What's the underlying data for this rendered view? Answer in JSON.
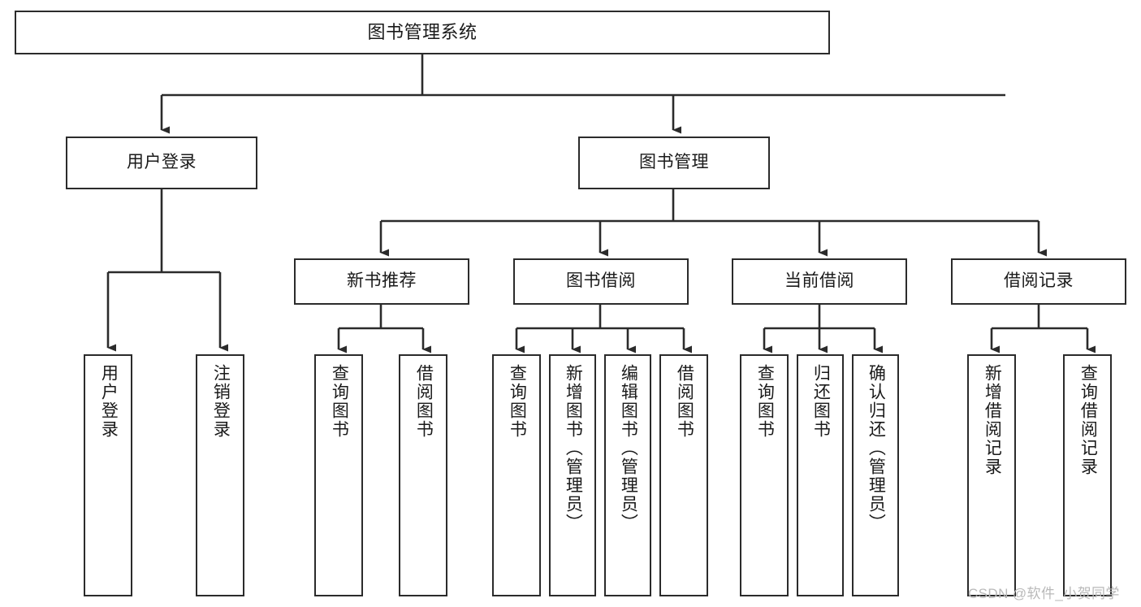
{
  "diagram": {
    "type": "tree-hierarchy",
    "title": "图书管理系统",
    "watermark": "CSDN @软件_小贺同学",
    "colors": {
      "box_border": "#2b2b2b",
      "box_fill": "#ffffff",
      "connector": "#2b2b2b",
      "text": "#1a1a1a",
      "watermark": "#b9b9b9",
      "background": "#ffffff"
    },
    "nodes": {
      "root": {
        "label": "图书管理系统"
      },
      "level2": [
        {
          "id": "user-login",
          "label": "用户登录"
        },
        {
          "id": "book-management",
          "label": "图书管理"
        }
      ],
      "level3": [
        {
          "id": "new-book-recommend",
          "label": "新书推荐"
        },
        {
          "id": "book-borrow",
          "label": "图书借阅"
        },
        {
          "id": "current-borrow",
          "label": "当前借阅"
        },
        {
          "id": "borrow-record",
          "label": "借阅记录"
        }
      ],
      "leaves": {
        "user_login": [
          {
            "id": "leaf-user-login",
            "label": "用户登录"
          },
          {
            "id": "leaf-logout-login",
            "label": "注销登录"
          }
        ],
        "new_book_recommend": [
          {
            "id": "leaf-query-book-1",
            "label": "查询图书"
          },
          {
            "id": "leaf-borrow-book-1",
            "label": "借阅图书"
          }
        ],
        "book_borrow": [
          {
            "id": "leaf-query-book-2",
            "label": "查询图书"
          },
          {
            "id": "leaf-add-book",
            "label": "新增图书（管理员）"
          },
          {
            "id": "leaf-edit-book",
            "label": "编辑图书（管理员）"
          },
          {
            "id": "leaf-borrow-book-2",
            "label": "借阅图书"
          }
        ],
        "current_borrow": [
          {
            "id": "leaf-query-book-3",
            "label": "查询图书"
          },
          {
            "id": "leaf-return-book",
            "label": "归还图书"
          },
          {
            "id": "leaf-confirm-return",
            "label": "确认归还（管理员）"
          }
        ],
        "borrow_record": [
          {
            "id": "leaf-add-record",
            "label": "新增借阅记录"
          },
          {
            "id": "leaf-query-record",
            "label": "查询借阅记录"
          }
        ]
      }
    }
  }
}
